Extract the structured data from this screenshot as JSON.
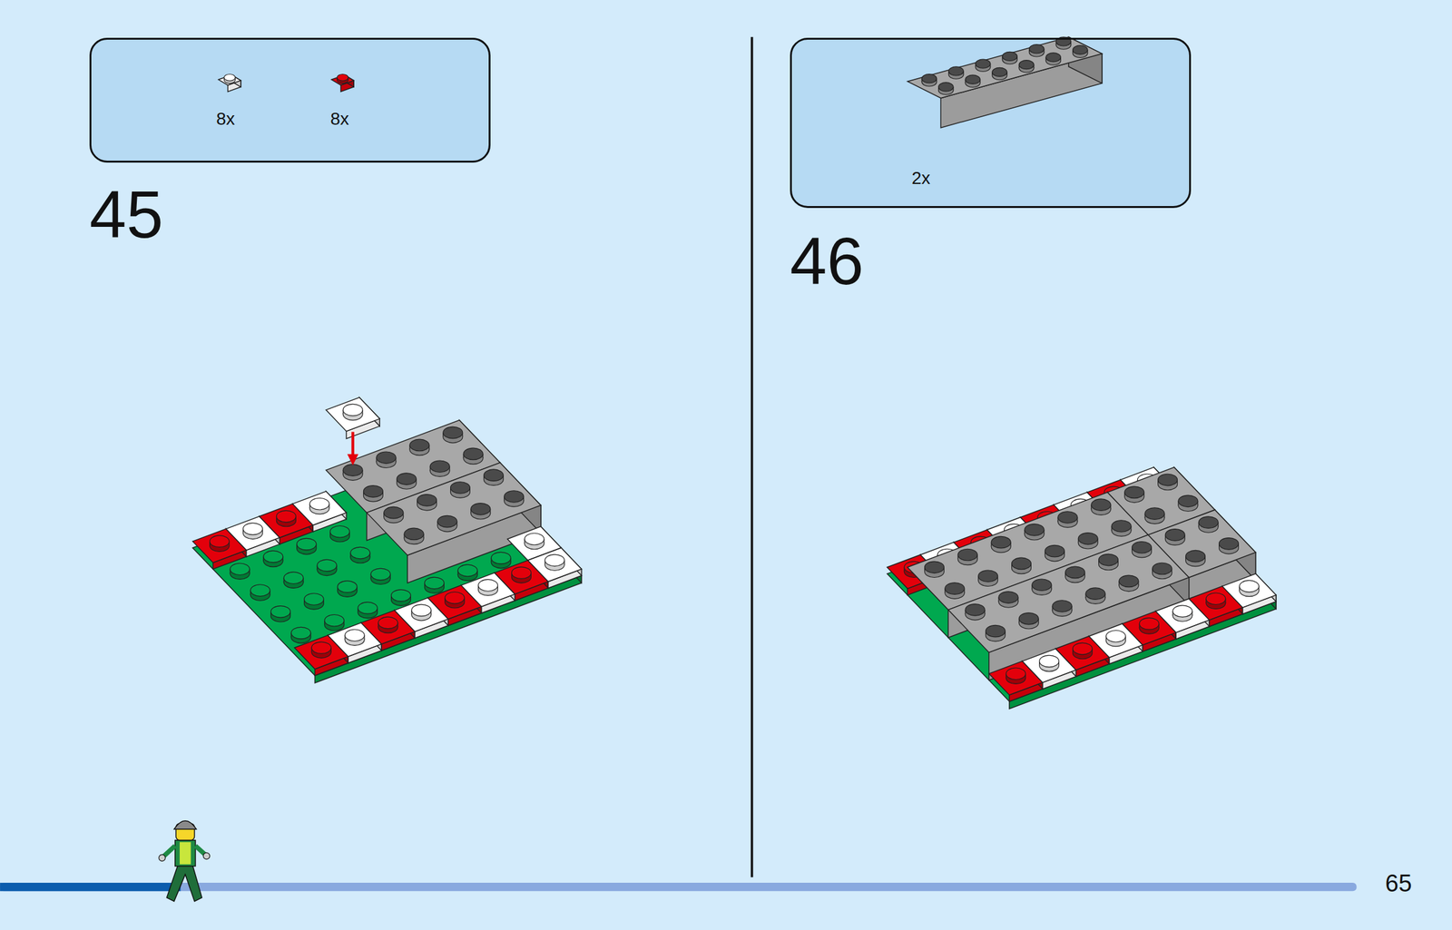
{
  "diagram": {
    "nodes": [
      {
        "text": [
          "8x",
          "8x"
        ]
      },
      {
        "text": [
          "2x"
        ]
      }
    ],
    "labels": [
      "45",
      "46",
      "65"
    ]
  }
}
